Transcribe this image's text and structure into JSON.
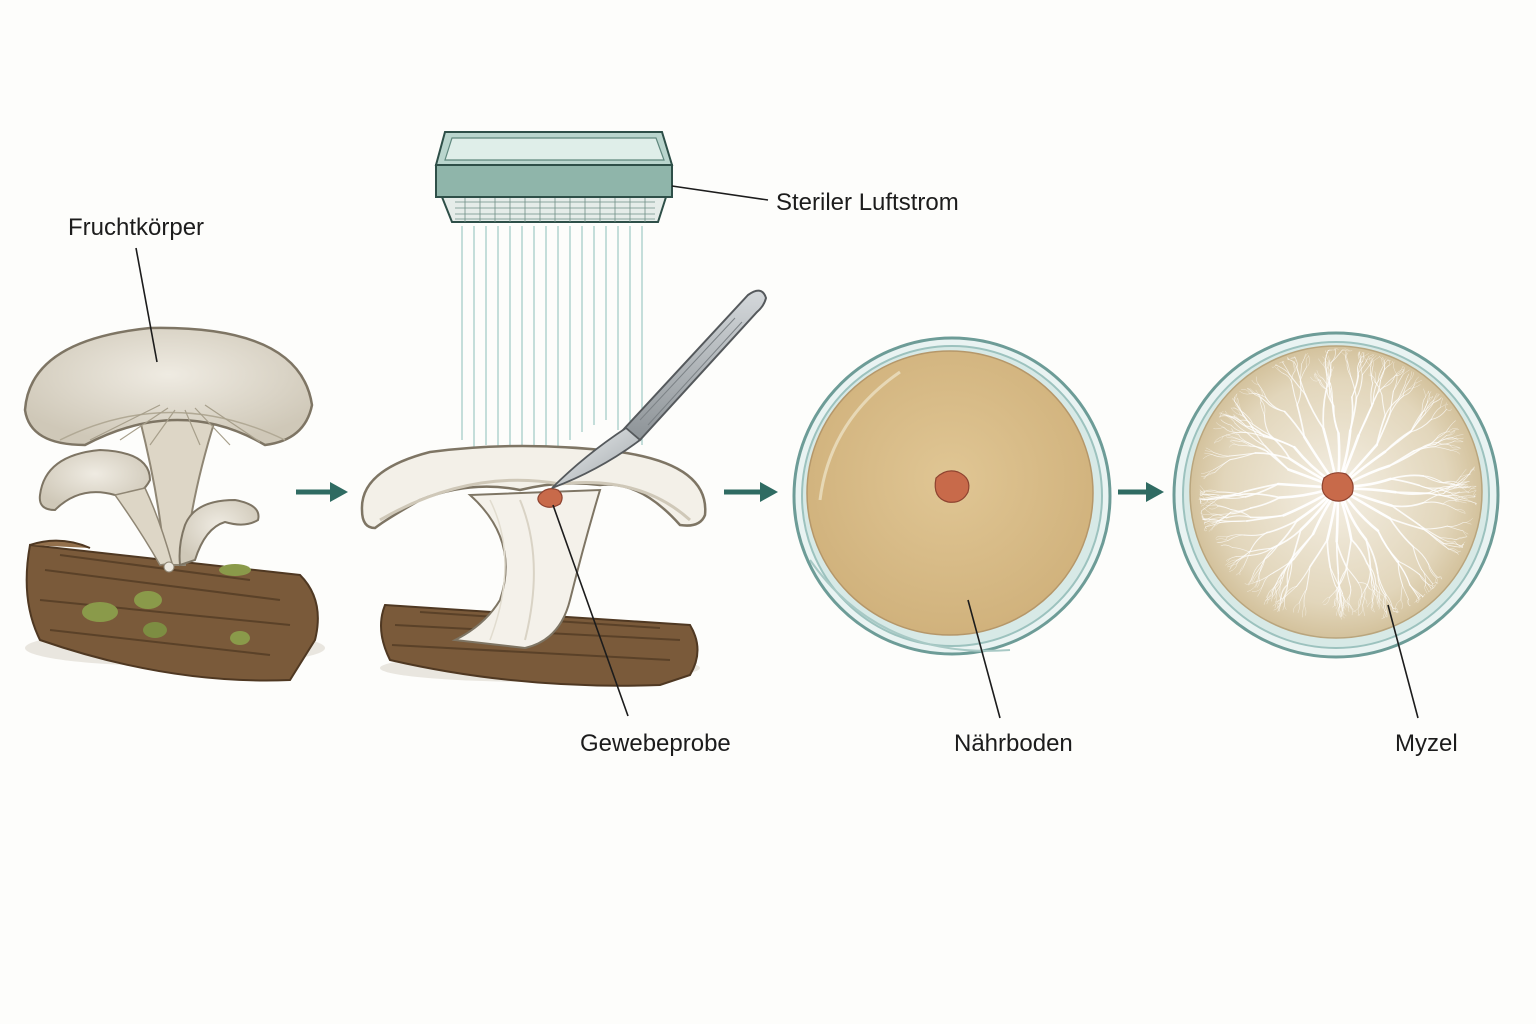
{
  "labels": {
    "fruiting_body": "Fruchtkörper",
    "sterile_airflow": "Steriler Luftstrom",
    "tissue_sample": "Gewebeprobe",
    "nutrient_medium": "Nährboden",
    "mycelium": "Myzel"
  },
  "colors": {
    "background": "#fdfdfb",
    "arrow": "#2f6b62",
    "hood": "#8fb5aa",
    "airflow": "#9fc9c4",
    "mushroom_cap": "#e2ddd0",
    "mushroom_gills": "#cfc8b8",
    "log_bark": "#7a5a3a",
    "moss": "#8a9a4a",
    "agar": "#d9bd8a",
    "agar_colonized": "#d8c9a6",
    "petri_glass": "#b7d3d0",
    "tissue": "#c86a4a",
    "scalpel": "#a9aeb2",
    "leader_line": "#1c1c1c"
  },
  "icons": {
    "step_arrow": "arrow-right-icon"
  }
}
